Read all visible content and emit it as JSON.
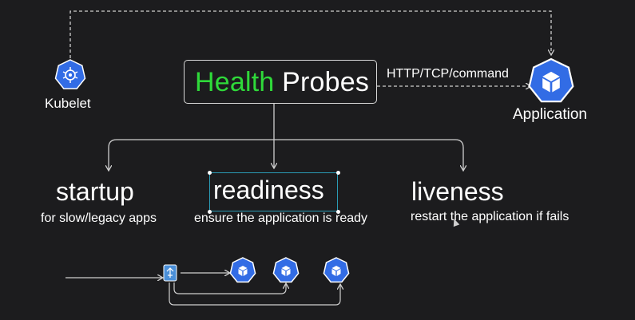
{
  "title": {
    "word1": "Health",
    "word2": "Probes"
  },
  "kubelet": {
    "label": "Kubelet",
    "icon": "kubelet-wheel-icon"
  },
  "application": {
    "label": "Application",
    "icon": "cube-icon"
  },
  "connection_label": "HTTP/TCP/command",
  "probes": [
    {
      "name": "startup",
      "description": "for slow/legacy apps"
    },
    {
      "name": "readiness",
      "description": "ensure the application is ready"
    },
    {
      "name": "liveness",
      "description": "restart the application if fails"
    }
  ],
  "colors": {
    "background": "#1c1c1e",
    "title_accent": "#2fd93a",
    "k8s_blue": "#326ce5",
    "line": "#cfcfcf",
    "selection": "#2a9bb5"
  }
}
